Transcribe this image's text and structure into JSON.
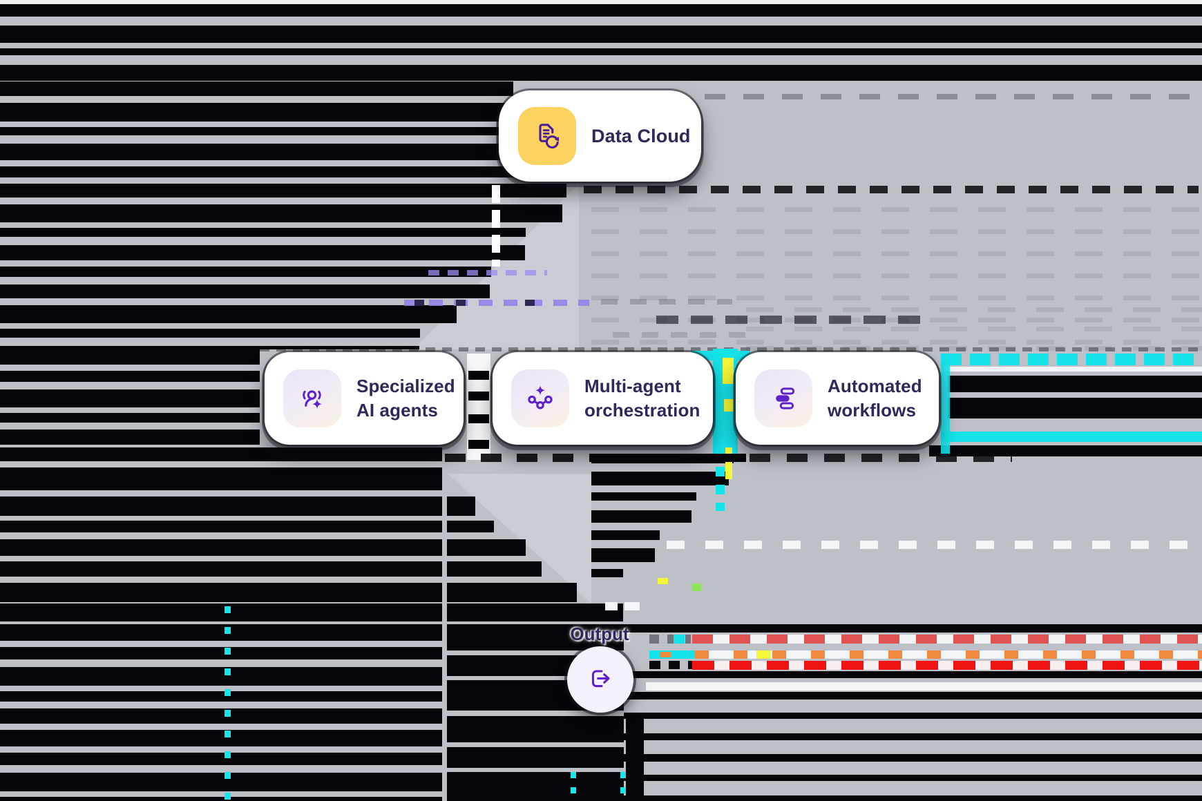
{
  "diagram": {
    "source_node": {
      "label": "Data Cloud",
      "icon": "document-sync-icon",
      "icon_bg": "#fcd360"
    },
    "agent_nodes": [
      {
        "label": "Specialized AI agents",
        "icon": "agent-sparkle-icon"
      },
      {
        "label": "Multi-agent orchestration",
        "icon": "network-nodes-icon"
      },
      {
        "label": "Automated workflows",
        "icon": "workflow-bars-icon"
      }
    ],
    "output": {
      "label": "Output",
      "icon": "export-arrow-icon"
    }
  },
  "colors": {
    "background": "#bdc1c7",
    "stripe": "#06060a",
    "node_bg": "#ffffff",
    "label_text": "#2f2858",
    "icon_purple": "#5f21c9",
    "source_icon_bg": "#fcd360",
    "arrow_fill": "#c9ccd4",
    "glitch_cyan": "#15e2e9",
    "glitch_yellow": "#f4f63a",
    "glitch_red": "#e05353",
    "glitch_bright_red": "#f01313",
    "glitch_orange": "#ef8a3e",
    "glitch_lavender": "#9b8df2"
  }
}
